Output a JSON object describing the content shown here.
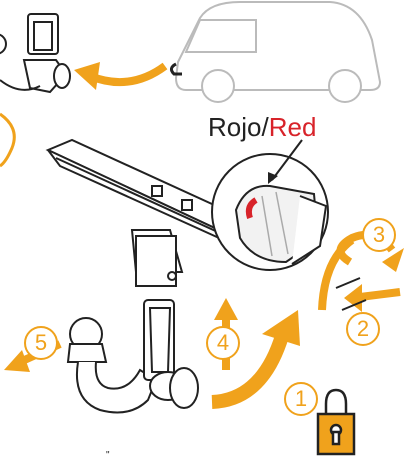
{
  "label_rojo": "Rojo",
  "label_slash": "/",
  "label_red": "Red",
  "steps": [
    "1",
    "2",
    "3",
    "4",
    "5"
  ],
  "colors": {
    "accent": "#f0a21c",
    "red": "#d8232a",
    "line": "#222222",
    "car": "#bbbbbb"
  },
  "icons": [
    "car-icon",
    "padlock-icon",
    "tow-ball-icon",
    "cross-bar-icon",
    "lock-detail-icon"
  ]
}
